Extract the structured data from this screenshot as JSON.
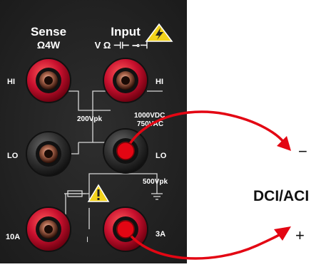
{
  "panel": {
    "sense_title": "Sense",
    "sense_sub": "Ω4W",
    "input_title": "Input",
    "input_sub": "V Ω ⊣⊢ ⊸⊣",
    "hi_left": "HI",
    "hi_right": "HI",
    "lo_left": "LO",
    "lo_right": "LO",
    "label_200": "200Vpk",
    "label_1000": "1000VDC",
    "label_750": "750VAC",
    "label_500": "500Vpk",
    "label_10a": "10A",
    "label_3a": "3A",
    "label_i": "I"
  },
  "annotation": {
    "measurement": "DCI/ACI",
    "minus": "−",
    "plus": "+"
  },
  "colors": {
    "panel": "#262626",
    "jack_red": "#c8102e",
    "jack_dark": "#3a3a3a",
    "wire": "#e30613",
    "warning": "#f2d21b"
  }
}
